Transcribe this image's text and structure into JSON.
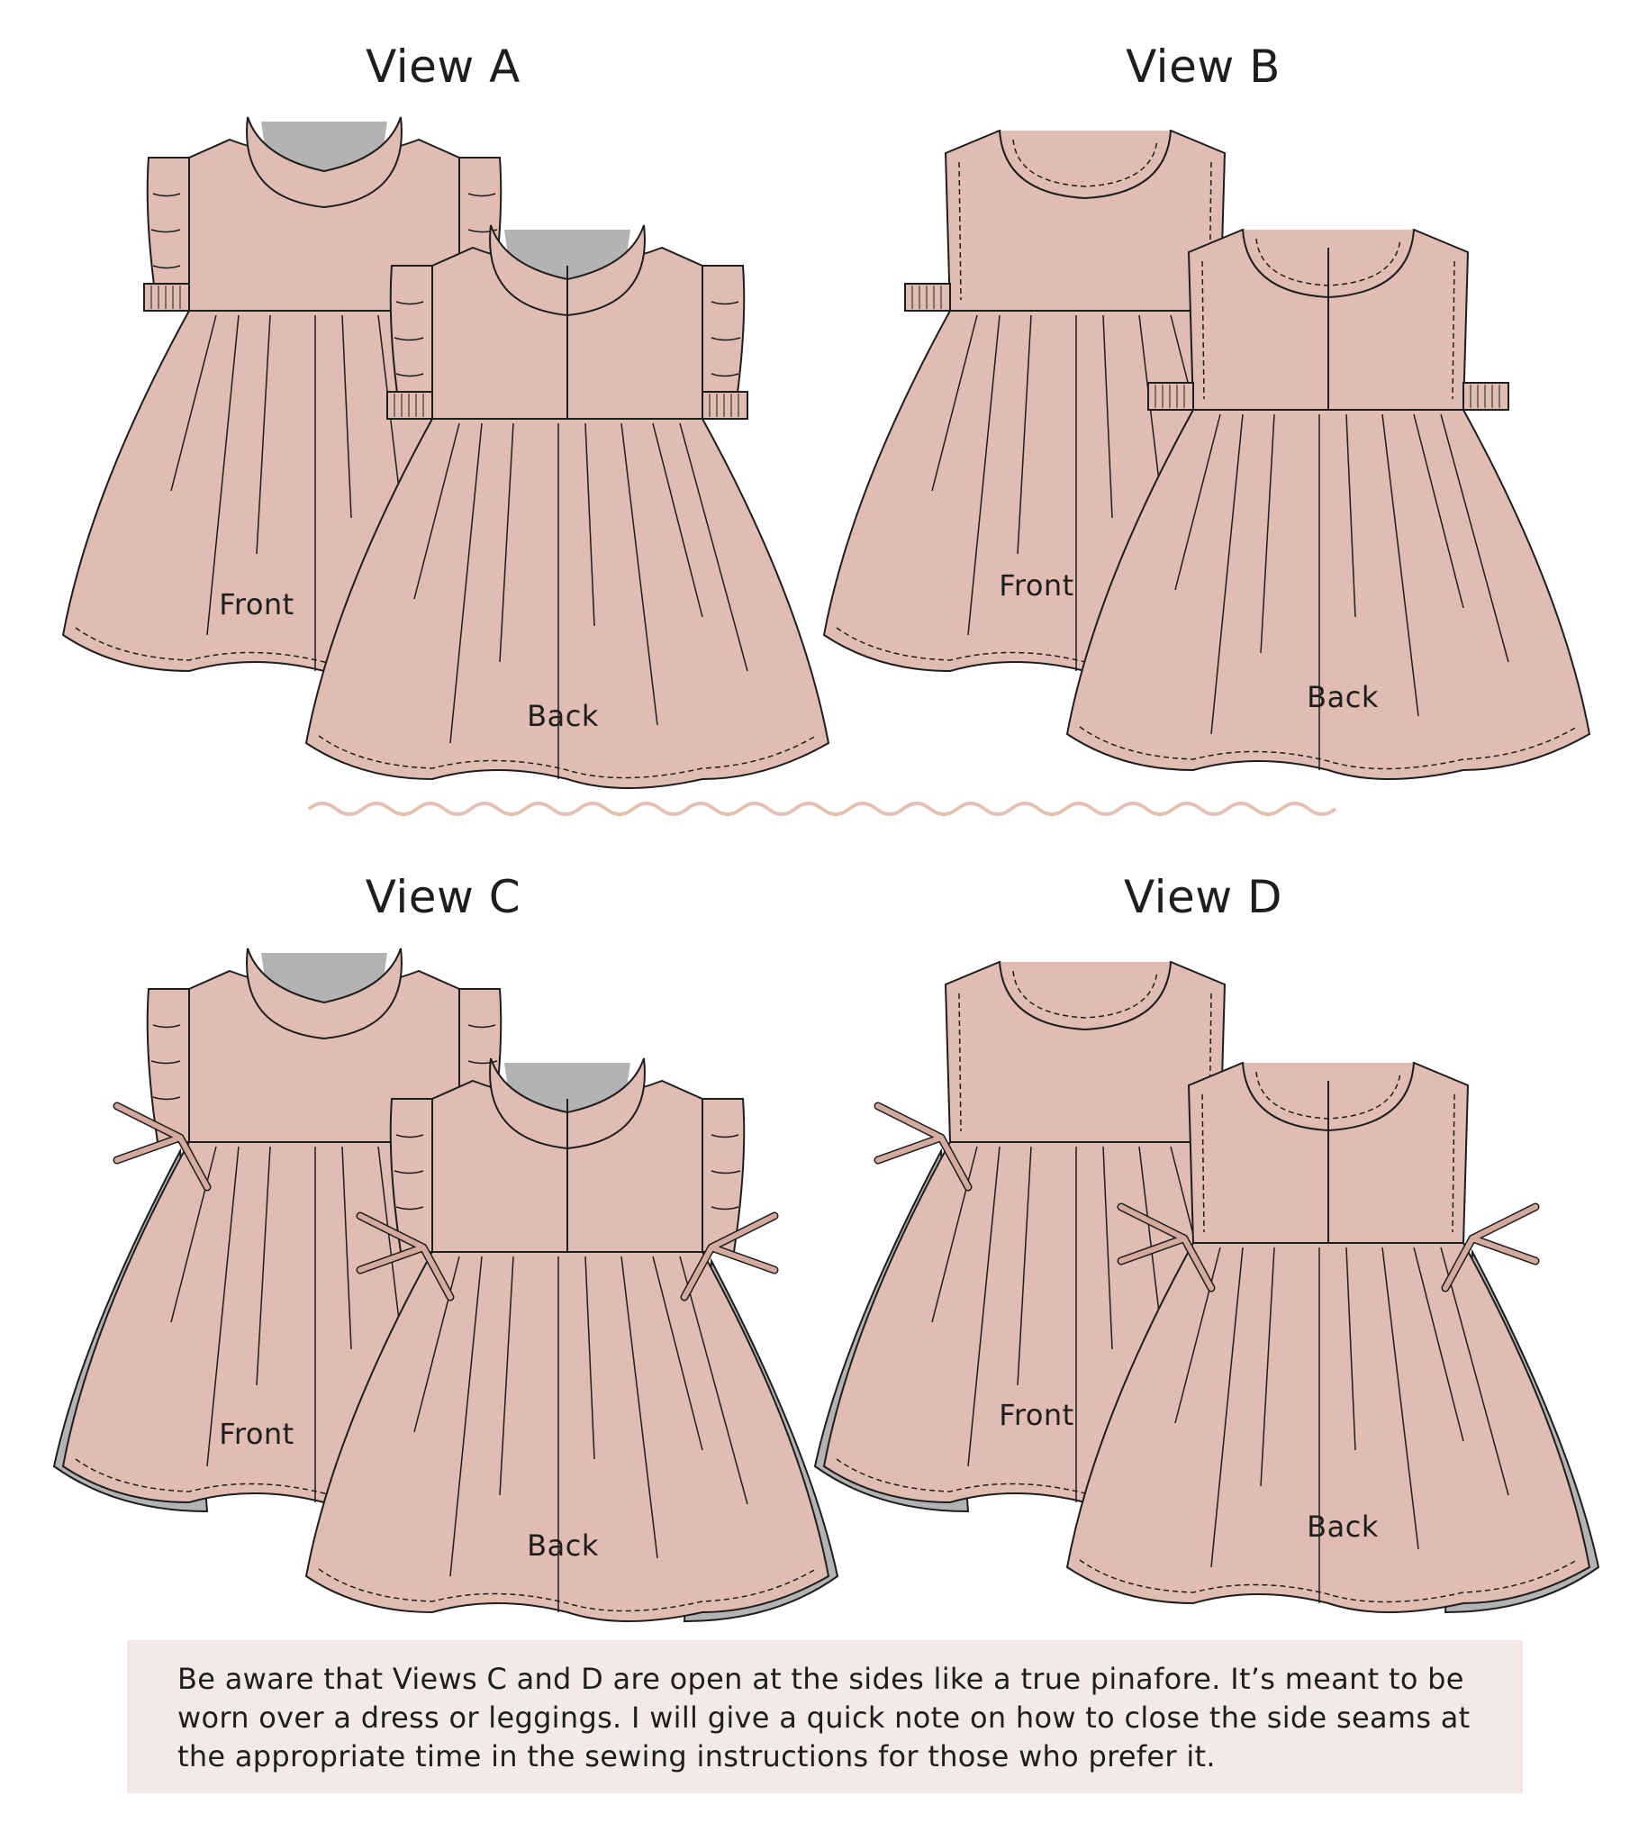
{
  "colors": {
    "fabric": "#e0bcb3",
    "lining": "#b3b3b3",
    "outline": "#1e1e1e",
    "divider_wave": "#e3bfb4",
    "note_background": "#f3e9e6"
  },
  "views": [
    {
      "title": "View A",
      "front_label": "Front",
      "back_label": "Back",
      "style": "ruffle-collar-ruffle-armhole, elastic waist sides"
    },
    {
      "title": "View B",
      "front_label": "Front",
      "back_label": "Back",
      "style": "plain round neck, elastic waist sides"
    },
    {
      "title": "View C",
      "front_label": "Front",
      "back_label": "Back",
      "style": "ruffle-collar-ruffle-armhole, open sides with ties"
    },
    {
      "title": "View D",
      "front_label": "Front",
      "back_label": "Back",
      "style": "plain round neck, open sides with ties"
    }
  ],
  "note": {
    "line1": "Be aware that Views C and D are open at the sides like a true pinafore. It’s meant to be",
    "line2": "worn over a dress or leggings. I will give a quick note on how to close the side seams at",
    "line3": "the appropriate time in the sewing instructions for those who prefer it."
  }
}
